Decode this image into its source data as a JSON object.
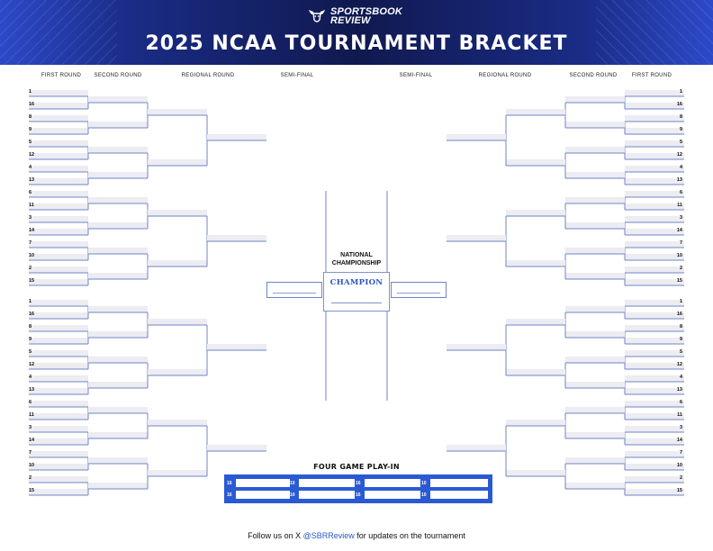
{
  "header": {
    "logo_line1": "SPORTSBOOK",
    "logo_line2": "REVIEW",
    "title": "2025 NCAA TOURNAMENT BRACKET",
    "brand_colors": {
      "accent": "#2a58c8",
      "dark": "#10194f"
    }
  },
  "rounds": {
    "left": [
      "FIRST ROUND",
      "SECOND ROUND",
      "REGIONAL ROUND",
      "SEMI-FINAL"
    ],
    "right": [
      "SEMI-FINAL",
      "REGIONAL ROUND",
      "SECOND ROUND",
      "FIRST ROUND"
    ]
  },
  "seeds": [
    "1",
    "16",
    "8",
    "9",
    "5",
    "12",
    "4",
    "13",
    "6",
    "11",
    "3",
    "14",
    "7",
    "10",
    "2",
    "15"
  ],
  "championship": {
    "label_line1": "NATIONAL",
    "label_line2": "CHAMPIONSHIP",
    "champion_label": "CHAMPION"
  },
  "playin": {
    "title": "FOUR GAME PLAY-IN",
    "rows": [
      [
        "16",
        "10",
        "16",
        "10"
      ],
      [
        "16",
        "10",
        "16",
        "10"
      ]
    ]
  },
  "footer": {
    "before": "Follow us on X ",
    "handle": "@SBRReview",
    "after": " for updates on the tournament"
  }
}
